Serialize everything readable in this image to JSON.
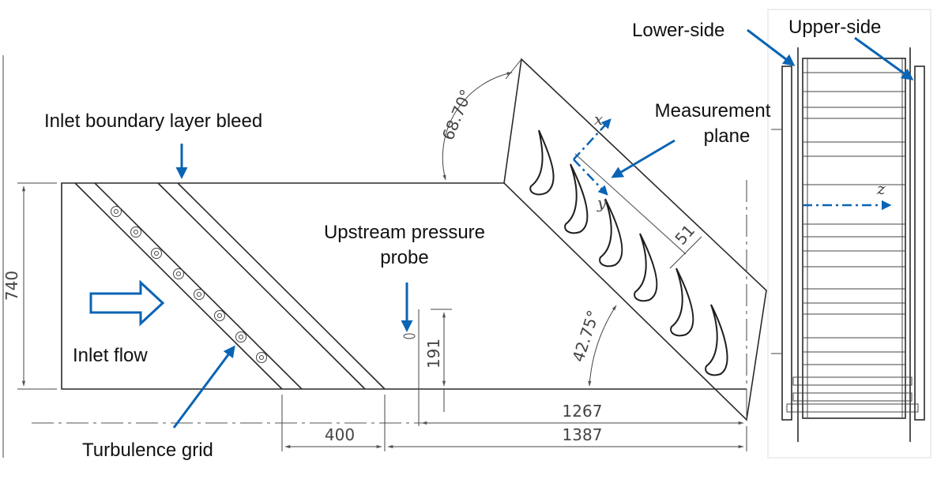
{
  "labels": {
    "bleed": "Inlet boundary layer bleed",
    "probe_line1": "Upstream pressure",
    "probe_line2": "probe",
    "inlet_flow": "Inlet flow",
    "turbulence_grid": "Turbulence grid",
    "measurement_line1": "Measurement",
    "measurement_line2": "plane",
    "lower_side": "Lower-side",
    "upper_side": "Upper-side"
  },
  "dimensions": {
    "height_740": "740",
    "probe_191": "191",
    "grid_400": "400",
    "len_1267": "1267",
    "len_1387": "1387",
    "plane_51": "51",
    "angle_top": "68.70°",
    "angle_bottom": "42.75°"
  },
  "axes": {
    "x": "x",
    "y": "y",
    "z": "z"
  },
  "colors": {
    "accent": "#0a64b4",
    "line": "#2a2a2a",
    "text": "#111111"
  }
}
